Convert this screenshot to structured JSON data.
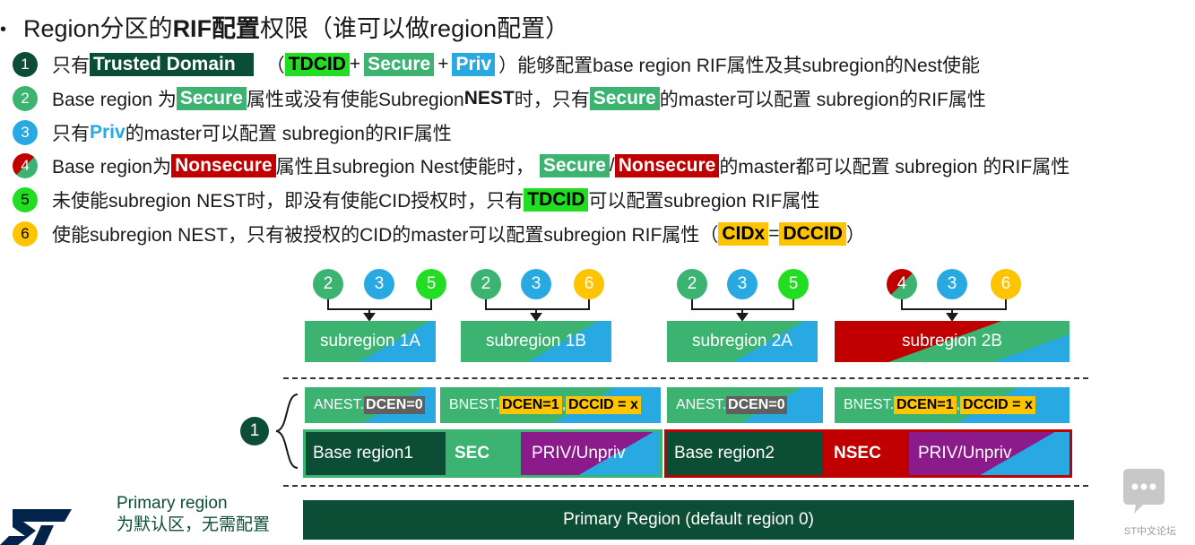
{
  "title": {
    "pre": "Region分区的",
    "bold": "RIF配置",
    "post": "权限（谁可以做region配置）"
  },
  "rules": [
    {
      "num": "1",
      "t1": "只有",
      "h1": "Trusted Domain",
      "t2": "（",
      "h2": "TDCID",
      "t3": "+",
      "h3": "Secure",
      "t4": "+",
      "h4": "Priv",
      "t5": "）能够配置base region RIF属性及其subregion的Nest使能"
    },
    {
      "num": "2",
      "t1": "Base region 为",
      "h1": "Secure",
      "t2": " 属性或没有使能Subregion ",
      "b1": "NEST",
      "t3": "时，只有",
      "h2": "Secure",
      "t4": "的master可以配置 subregion的RIF属性"
    },
    {
      "num": "3",
      "t1": "只有",
      "h1": "Priv",
      "t2": " 的master可以配置 subregion的RIF属性"
    },
    {
      "num": "4",
      "t1": "Base region为",
      "h1": "Nonsecure",
      "t2": "属性且subregion Nest使能时，",
      "h2": "Secure",
      "t3": "/",
      "h3": "Nonsecure",
      "t4": " 的master都可以配置 subregion 的RIF属性"
    },
    {
      "num": "5",
      "t1": "未使能subregion NEST时，即没有使能CID授权时，只有",
      "h1": "TDCID",
      "t2": "可以配置subregion RIF属性"
    },
    {
      "num": "6",
      "t1": "使能subregion NEST，只有被授权的CID的master可以配置subregion RIF属性（",
      "h1": "CIDx",
      "t2": " = ",
      "h2": "DCCID",
      "t3": "）"
    }
  ],
  "groups": [
    {
      "circles": [
        "2",
        "3",
        "5"
      ],
      "label": "subregion 1A"
    },
    {
      "circles": [
        "2",
        "3",
        "6"
      ],
      "label": "subregion 1B"
    },
    {
      "circles": [
        "2",
        "3",
        "5"
      ],
      "label": "subregion 2A"
    },
    {
      "circles": [
        "4",
        "3",
        "6"
      ],
      "label": "subregion 2B"
    }
  ],
  "nest": [
    {
      "prefix": "ANEST.",
      "t1": "DCEN=0",
      "sep": "",
      "t2": ""
    },
    {
      "prefix": "BNEST.",
      "t1": "DCEN=1",
      "sep": ", ",
      "t2": "DCCID = x"
    },
    {
      "prefix": "ANEST.",
      "t1": "DCEN=0",
      "sep": "",
      "t2": ""
    },
    {
      "prefix": "BNEST.",
      "t1": "DCEN=1",
      "sep": ", ",
      "t2": "DCCID = x"
    }
  ],
  "base_regions": [
    {
      "name": "Base region1",
      "sec": "SEC",
      "priv": "PRIV/Unpriv"
    },
    {
      "name": "Base region2",
      "sec": "NSEC",
      "priv": "PRIV/Unpriv"
    }
  ],
  "brace_num": "1",
  "primary_note": {
    "line1": "Primary region",
    "line2": "为默认区，无需配置"
  },
  "primary_bar": "Primary Region (default region 0)",
  "forum_label": "ST中文论坛",
  "colors": {
    "dark_green": "#0b4d35",
    "green": "#3cb371",
    "blue": "#29a9e1",
    "red": "#c00000",
    "lime": "#22dd22",
    "yellow": "#ffc400"
  }
}
